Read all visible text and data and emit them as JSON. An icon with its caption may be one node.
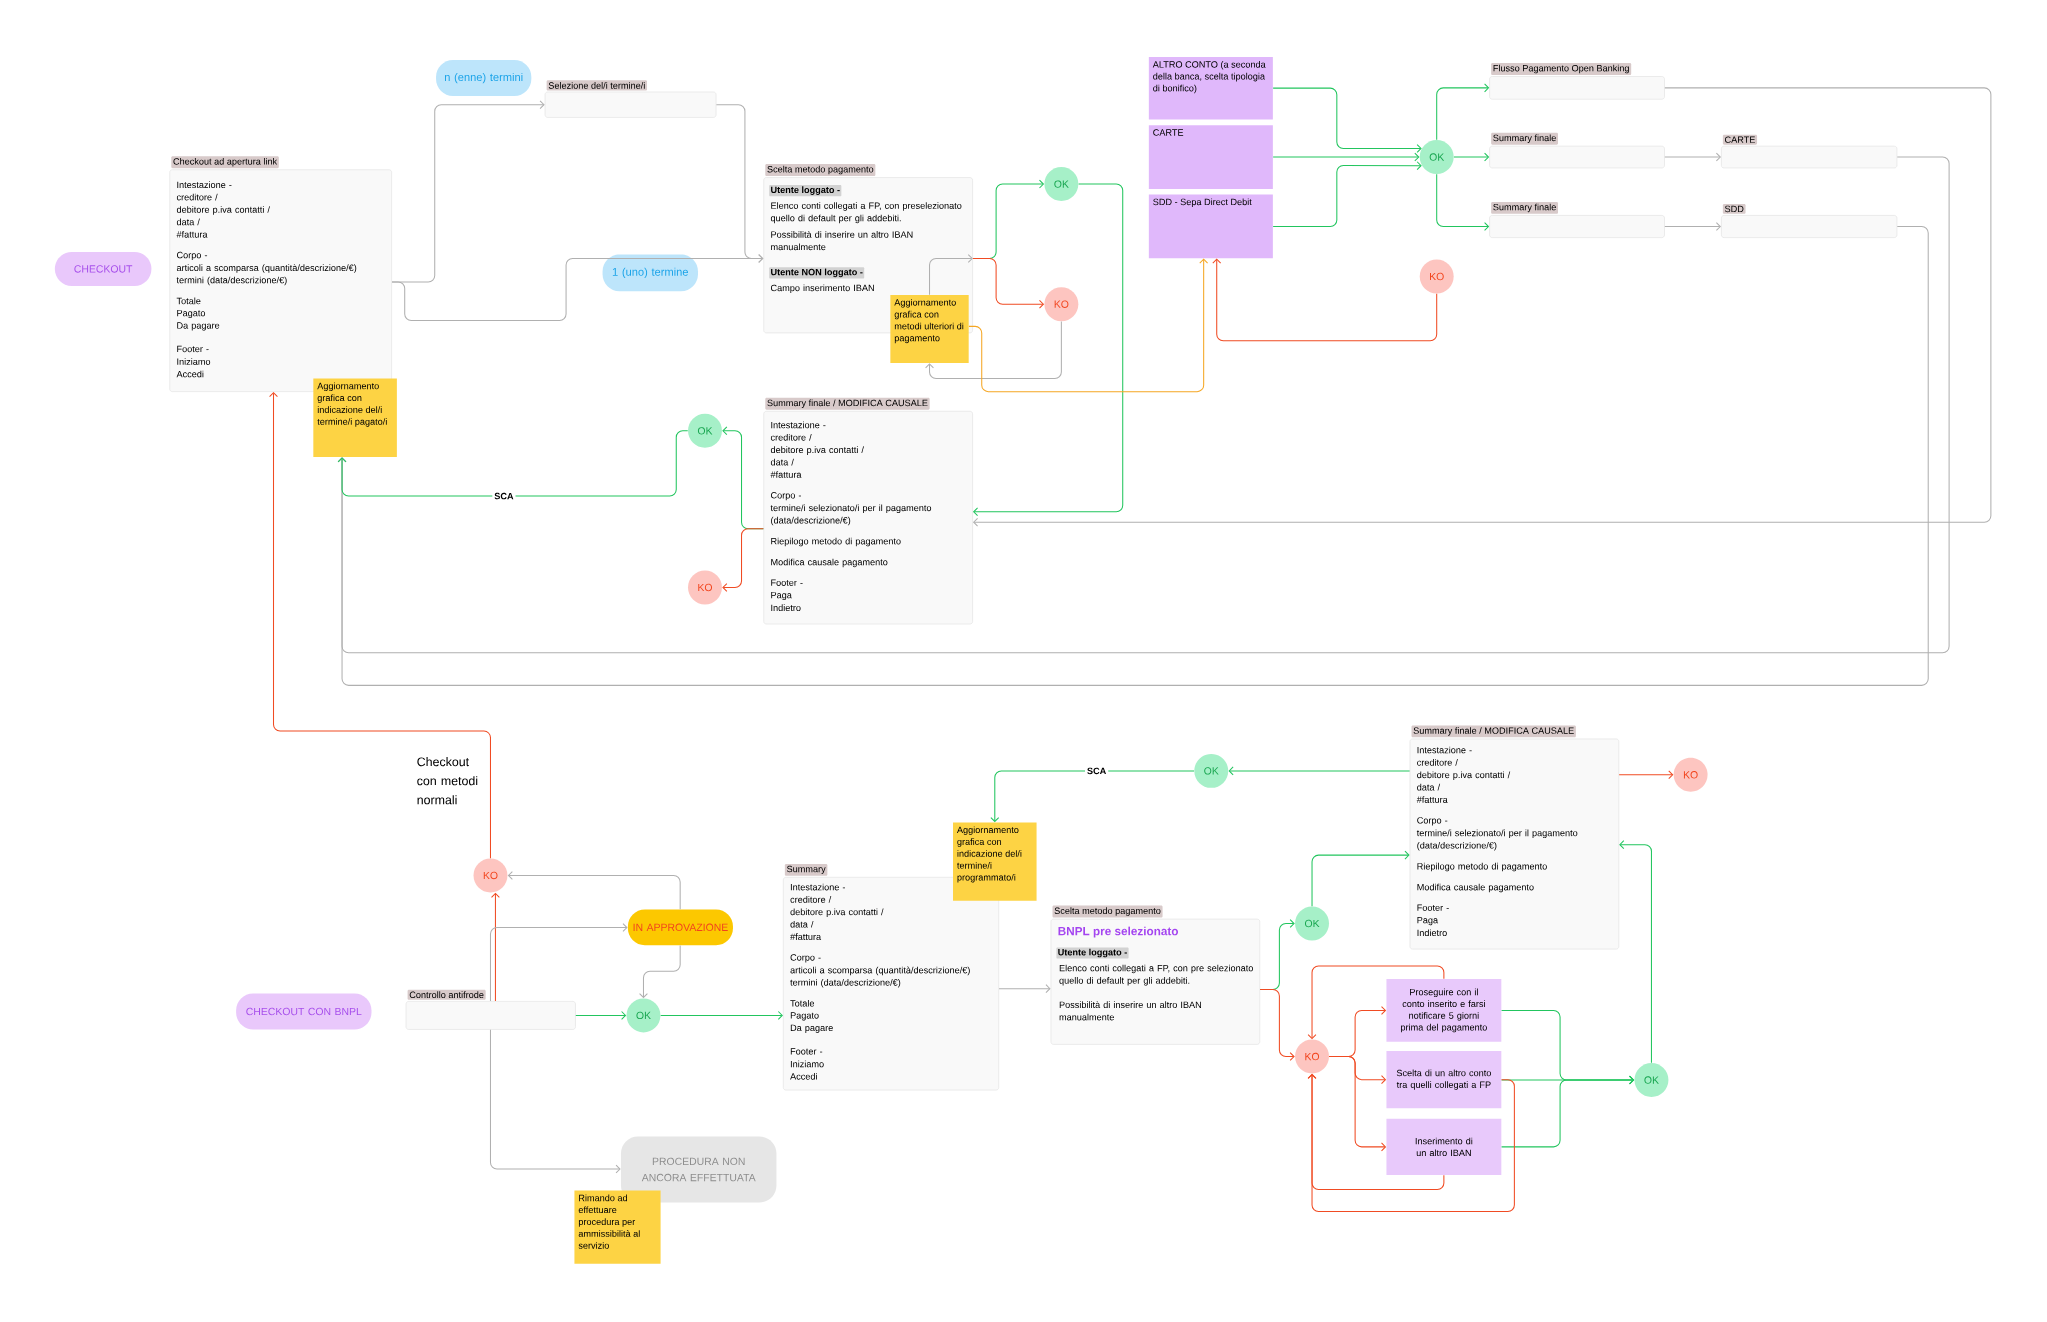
{
  "diagram": {
    "nodes": [
      {
        "text": [
          "CHECKOUT"
        ]
      },
      {
        "text": [
          "Checkout ad apertura link",
          "Intestazione -",
          "creditore /",
          "debitore p.iva contatti /",
          "data /",
          "#fattura",
          "Corpo -",
          "articoli a scomparsa (quantità/descrizione/€)",
          "termini (data/descrizione/€)",
          "Totale",
          "Pagato",
          "Da pagare",
          "Footer -",
          "Iniziamo",
          "Accedi"
        ]
      },
      {
        "text": [
          "Aggiornamento grafica con indicazione del/i termine/i pagato/i"
        ]
      },
      {
        "text": [
          "n (enne) termini"
        ]
      },
      {
        "text": [
          "Selezione del/i termine/i"
        ]
      },
      {
        "text": [
          "1 (uno) termine"
        ]
      },
      {
        "text": [
          "Scelta metodo pagamento",
          "Utente loggato -",
          "Elenco conti collegati a FP, con preselezionato quello di default per gli addebiti.",
          "Possibilità di inserire un altro IBAN manualmente",
          "Utente NON loggato -",
          "Campo inserimento IBAN"
        ]
      },
      {
        "text": [
          "Aggiornamento grafica con metodi ulteriori di pagamento"
        ]
      },
      {
        "text": [
          "OK"
        ]
      },
      {
        "text": [
          "KO"
        ]
      },
      {
        "text": [
          "ALTRO CONTO (a seconda della banca, scelta tipologia di bonifico)"
        ]
      },
      {
        "text": [
          "CARTE"
        ]
      },
      {
        "text": [
          "SDD - Sepa Direct Debit"
        ]
      },
      {
        "text": [
          "OK"
        ]
      },
      {
        "text": [
          "KO"
        ]
      },
      {
        "text": [
          "Flusso Pagamento Open Banking"
        ]
      },
      {
        "text": [
          "Summary finale"
        ]
      },
      {
        "text": [
          "CARTE"
        ]
      },
      {
        "text": [
          "Summary finale"
        ]
      },
      {
        "text": [
          "SDD"
        ]
      },
      {
        "text": [
          "OK"
        ]
      },
      {
        "text": [
          "Summary finale / MODIFICA CAUSALE",
          "Intestazione -",
          "creditore /",
          "debitore p.iva contatti /",
          "data /",
          "#fattura",
          "Corpo -",
          "termine/i selezionato/i per il pagamento",
          "(data/descrizione/€)",
          "Riepilogo metodo di pagamento",
          "Modifica causale pagamento",
          "Footer -",
          "Paga",
          "Indietro"
        ]
      },
      {
        "text": [
          "KO"
        ]
      },
      {
        "text": [
          "CHECKOUT CON BNPL"
        ]
      },
      {
        "text": [
          "Controllo antifrode"
        ]
      },
      {
        "text": [
          "KO"
        ]
      },
      {
        "text": [
          "IN APPROVAZIONE"
        ]
      },
      {
        "text": [
          "OK"
        ]
      },
      {
        "text": [
          "PROCEDURA NON ANCORA EFFETTUATA"
        ]
      },
      {
        "text": [
          "Rimando ad effettuare procedura per ammissibilità al servizio"
        ]
      },
      {
        "text": [
          "Summary",
          "Intestazione -",
          "creditore /",
          "debitore p.iva contatti /",
          "data /",
          "#fattura",
          "Corpo -",
          "articoli a scomparsa (quantità/descrizione/€)",
          "termini (data/descrizione/€)",
          "Totale",
          "Pagato",
          "Da pagare",
          "Footer -",
          "Iniziamo",
          "Accedi"
        ]
      },
      {
        "text": [
          "Aggiornamento grafica con indicazione del/i termine/i programmato/i"
        ]
      },
      {
        "text": [
          "Scelta metodo pagamento",
          "BNPL pre selezionato",
          "Utente loggato -",
          "Elenco conti collegati a FP, con pre selezionato quello di default per gli addebiti.",
          "Possibilità di inserire un altro IBAN manualmente"
        ]
      },
      {
        "text": [
          "OK"
        ]
      },
      {
        "text": [
          "Summary finale / MODIFICA CAUSALE",
          "Intestazione -",
          "creditore /",
          "debitore p.iva contatti /",
          "data /",
          "#fattura",
          "Corpo -",
          "termine/i selezionato/i per il pagamento",
          "(data/descrizione/€)",
          "Riepilogo metodo di pagamento",
          "Modifica causale pagamento",
          "Footer -",
          "Paga",
          "Indietro"
        ]
      },
      {
        "text": [
          "KO"
        ]
      },
      {
        "text": [
          "OK"
        ]
      },
      {
        "text": [
          "KO"
        ]
      },
      {
        "text": [
          "Proseguire con il conto inserito e farsi notificare 5 giorni prima del pagamento"
        ]
      },
      {
        "text": [
          "Scelta di un altro conto tra quelli collegati a FP"
        ]
      },
      {
        "text": [
          "Inserimento di un altro IBAN"
        ]
      },
      {
        "text": [
          "OK"
        ]
      }
    ],
    "edges": [
      {
        "from": 1,
        "to": 4,
        "arrow": "to",
        "color": "#b0b0b0"
      },
      {
        "from": 1,
        "to": 6,
        "arrow": "to",
        "color": "#b0b0b0"
      },
      {
        "from": 4,
        "to": 6,
        "arrow": "to",
        "color": "#b0b0b0"
      },
      {
        "from": 6,
        "to": 8,
        "arrow": "to"
      },
      {
        "from": 6,
        "to": 9,
        "arrow": "to",
        "color": "#f04b23"
      },
      {
        "from": 9,
        "to": 7,
        "arrow": "to",
        "color": "#b0b0b0"
      },
      {
        "from": 7,
        "to": 6,
        "arrow": "to",
        "color": "#b0b0b0"
      },
      {
        "from": 8,
        "to": 21,
        "arrow": "to"
      },
      {
        "from": 7,
        "to": 12,
        "arrow": "to",
        "color": "#f5a623"
      },
      {
        "from": 10,
        "to": 13,
        "arrow": "to"
      },
      {
        "from": 11,
        "to": 13,
        "arrow": "to"
      },
      {
        "from": 12,
        "to": 13,
        "arrow": "to"
      },
      {
        "from": 14,
        "to": 12,
        "arrow": "to",
        "color": "#f04b23"
      },
      {
        "from": 13,
        "to": 15,
        "arrow": "to"
      },
      {
        "from": 13,
        "to": 16,
        "arrow": "to"
      },
      {
        "from": 13,
        "to": 18,
        "arrow": "to"
      },
      {
        "from": 16,
        "to": 17,
        "arrow": "to",
        "color": "#b0b0b0"
      },
      {
        "from": 18,
        "to": 19,
        "arrow": "to",
        "color": "#b0b0b0"
      },
      {
        "from": 15,
        "to": 21,
        "arrow": "to",
        "color": "#b0b0b0"
      },
      {
        "from": 17,
        "to": 2,
        "arrow": "to",
        "color": "#b0b0b0"
      },
      {
        "from": 19,
        "to": 2,
        "arrow": "to",
        "color": "#b0b0b0"
      },
      {
        "from": 21,
        "to": 20,
        "arrow": "to"
      },
      {
        "from": 21,
        "to": 22,
        "arrow": "to",
        "color": "#f04b23"
      },
      {
        "from": 20,
        "to": 2,
        "arrow": "to",
        "label": "SCA"
      },
      {
        "from": 25,
        "to": 1,
        "arrow": "to",
        "color": "#f04b23",
        "label": "Checkout con metodi normali"
      },
      {
        "from": 24,
        "to": 25,
        "arrow": "to",
        "color": "#f04b23"
      },
      {
        "from": 24,
        "to": 26,
        "arrow": "to",
        "color": "#b0b0b0"
      },
      {
        "from": 24,
        "to": 28,
        "arrow": "to",
        "color": "#b0b0b0"
      },
      {
        "from": 24,
        "to": 27,
        "arrow": "to"
      },
      {
        "from": 26,
        "to": 25,
        "arrow": "to",
        "color": "#b0b0b0"
      },
      {
        "from": 26,
        "to": 27,
        "arrow": "to",
        "color": "#b0b0b0"
      },
      {
        "from": 27,
        "to": 30,
        "arrow": "to"
      },
      {
        "from": 30,
        "to": 32,
        "arrow": "to",
        "color": "#b0b0b0"
      },
      {
        "from": 32,
        "to": 36,
        "arrow": "to"
      },
      {
        "from": 32,
        "to": 37,
        "arrow": "to",
        "color": "#f04b23"
      },
      {
        "from": 36,
        "to": 34,
        "arrow": "to"
      },
      {
        "from": 34,
        "to": 33,
        "arrow": "to"
      },
      {
        "from": 33,
        "to": 31,
        "arrow": "to",
        "label": "SCA"
      },
      {
        "from": 34,
        "to": 35,
        "arrow": "to",
        "color": "#f04b23"
      },
      {
        "from": 37,
        "to": 38,
        "arrow": "to",
        "color": "#f04b23"
      },
      {
        "from": 37,
        "to": 39,
        "arrow": "to",
        "color": "#f04b23"
      },
      {
        "from": 37,
        "to": 40,
        "arrow": "to",
        "color": "#f04b23"
      },
      {
        "from": 38,
        "to": 41,
        "arrow": "to"
      },
      {
        "from": 39,
        "to": 41,
        "arrow": "to"
      },
      {
        "from": 40,
        "to": 41,
        "arrow": "to"
      },
      {
        "from": 41,
        "to": 34,
        "arrow": "to"
      },
      {
        "from": 38,
        "to": 37,
        "arrow": "to",
        "color": "#f04b23"
      },
      {
        "from": 40,
        "to": 37,
        "arrow": "to",
        "color": "#f04b23"
      },
      {
        "from": 39,
        "to": 37,
        "arrow": "to",
        "color": "#f04b23"
      }
    ]
  }
}
